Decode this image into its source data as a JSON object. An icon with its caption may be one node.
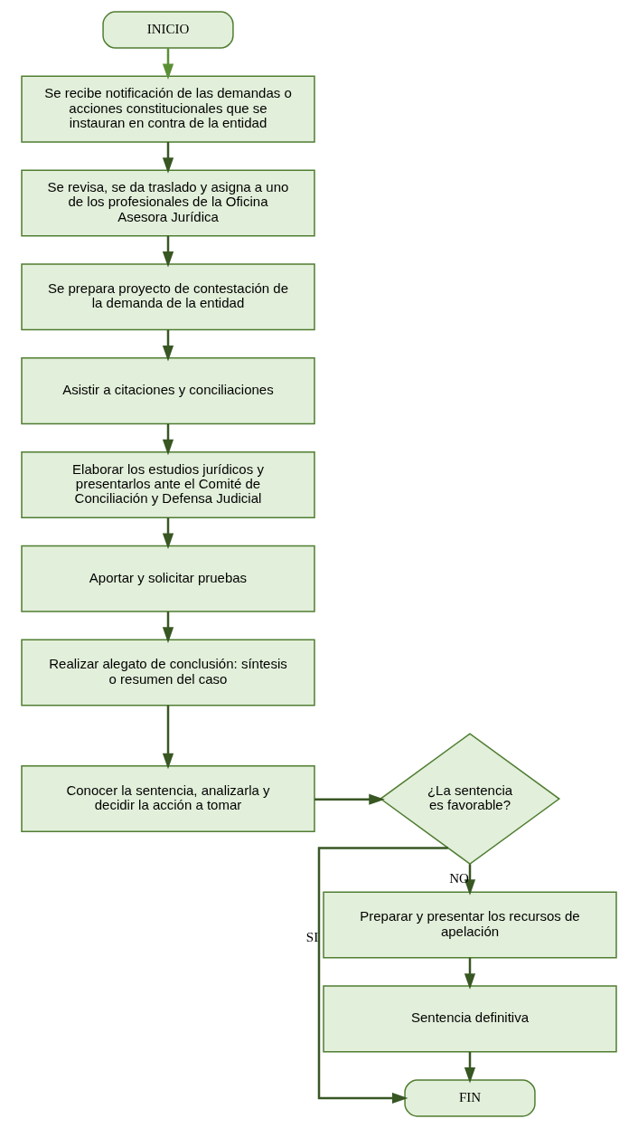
{
  "diagram": {
    "nodes": [
      {
        "text": [
          "INICIO"
        ]
      },
      {
        "text": [
          "Se recibe notificación de las demandas o acciones constitucionales que se instauran en contra de la entidad"
        ]
      },
      {
        "text": [
          "Se revisa, se da traslado y asigna a uno de los profesionales de la Oficina Asesora Jurídica"
        ]
      },
      {
        "text": [
          "Se prepara proyecto de contestación de la demanda de la entidad"
        ]
      },
      {
        "text": [
          "Asistir a citaciones y conciliaciones"
        ]
      },
      {
        "text": [
          "Elaborar los estudios jurídicos y presentarlos ante el Comité de Conciliación y Defensa Judicial"
        ]
      },
      {
        "text": [
          "Aportar y solicitar pruebas"
        ]
      },
      {
        "text": [
          "Realizar alegato de conclusión: síntesis o resumen del caso"
        ]
      },
      {
        "text": [
          "Conocer la sentencia, analizarla y decidir la acción a tomar"
        ]
      },
      {
        "text": [
          "¿La sentencia es favorable?"
        ]
      },
      {
        "text": [
          "Preparar y presentar los recursos de apelación"
        ]
      },
      {
        "text": [
          "Sentencia definitiva"
        ]
      },
      {
        "text": [
          "FIN"
        ]
      }
    ],
    "edges": [
      {
        "from": 0,
        "to": 1,
        "arrow": "to",
        "color": "#5b8f36"
      },
      {
        "from": 1,
        "to": 2,
        "arrow": "to"
      },
      {
        "from": 2,
        "to": 3,
        "arrow": "to"
      },
      {
        "from": 3,
        "to": 4,
        "arrow": "to"
      },
      {
        "from": 4,
        "to": 5,
        "arrow": "to"
      },
      {
        "from": 5,
        "to": 6,
        "arrow": "to"
      },
      {
        "from": 6,
        "to": 7,
        "arrow": "to"
      },
      {
        "from": 7,
        "to": 8,
        "arrow": "to"
      },
      {
        "from": 8,
        "to": 9,
        "arrow": "to"
      },
      {
        "from": 9,
        "to": 10,
        "arrow": "to",
        "label": "NO"
      },
      {
        "from": 10,
        "to": 11,
        "arrow": "to"
      },
      {
        "from": 11,
        "to": 12,
        "arrow": "to"
      },
      {
        "from": 9,
        "to": 12,
        "arrow": "to",
        "label": "SI"
      }
    ]
  }
}
